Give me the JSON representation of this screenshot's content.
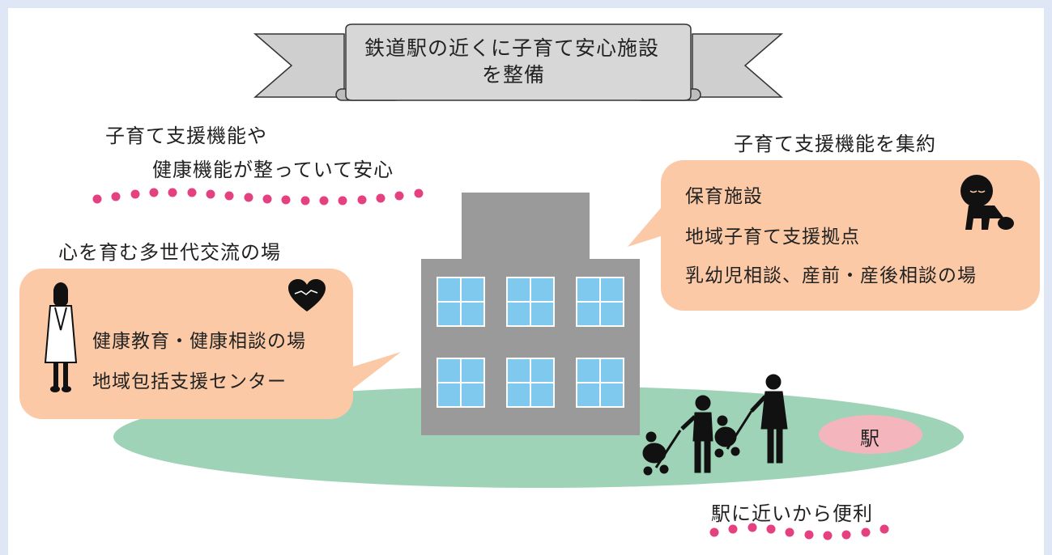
{
  "banner": {
    "line1": "鉄道駅の近くに子育て安心施設",
    "line2": "を整備"
  },
  "top_left_text": {
    "line1": "子育て支援機能や",
    "line2": "健康機能が整っていて安心"
  },
  "left_heading": "心を育む多世代交流の場",
  "left_bubble": {
    "items": [
      "健康教育・健康相談の場",
      "地域包括支援センター"
    ]
  },
  "right_heading": "子育て支援機能を集約",
  "right_bubble": {
    "items": [
      "保育施設",
      "地域子育て支援拠点",
      "乳幼児相談、産前・産後相談の場"
    ]
  },
  "station_label": "駅",
  "bottom_text": "駅に近いから便利",
  "colors": {
    "accent_dots": "#e5407f",
    "bubble": "#fbc9a6",
    "ground": "#9fd3b8",
    "station": "#f5b5bd",
    "building": "#9a9a9a",
    "window": "#7fc8ee"
  }
}
